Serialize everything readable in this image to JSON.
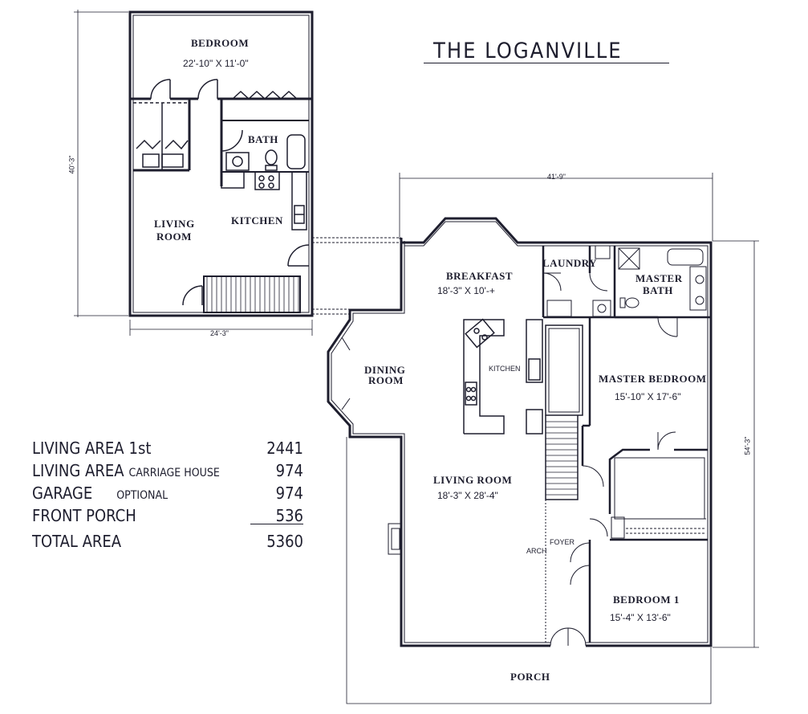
{
  "title": "THE LOGANVILLE",
  "carriage_house": {
    "bedroom": {
      "name": "BEDROOM",
      "size": "22'-10\" X 11'-0\""
    },
    "bath": "BATH",
    "kitchen": "KITCHEN",
    "living_room": {
      "line1": "LIVING",
      "line2": "ROOM"
    },
    "width_dim": "24'-3\"",
    "depth_dim": "40'-3\""
  },
  "main_house": {
    "breakfast": {
      "name": "BREAKFAST",
      "size": "18'-3\" X 10'-+"
    },
    "laundry": "LAUNDRY",
    "master_bath": {
      "line1": "MASTER",
      "line2": "BATH"
    },
    "dining_room": {
      "line1": "DINING",
      "line2": "ROOM"
    },
    "kitchen": "KITCHEN",
    "master_bedroom": {
      "name": "MASTER BEDROOM",
      "size": "15'-10\" X 17'-6\""
    },
    "living_room": {
      "name": "LIVING ROOM",
      "size": "18'-3\" X 28'-4\""
    },
    "arch": "ARCH",
    "foyer": "FOYER",
    "bedroom1": {
      "name": "BEDROOM 1",
      "size": "15'-4\" X 13'-6\""
    },
    "porch": "PORCH",
    "width_dim": "41'-9\"",
    "depth_dim": "54'-3\""
  },
  "areas": [
    {
      "name": "LIVING AREA",
      "qualifier": "1st",
      "value": "2441"
    },
    {
      "name": "LIVING AREA",
      "qualifier": "CARRIAGE HOUSE",
      "value": "974"
    },
    {
      "name": "GARAGE",
      "qualifier": "OPTIONAL",
      "value": "974"
    },
    {
      "name": "FRONT PORCH",
      "qualifier": "",
      "value": "536"
    },
    {
      "name": "TOTAL AREA",
      "qualifier": "",
      "value": "5360"
    }
  ]
}
